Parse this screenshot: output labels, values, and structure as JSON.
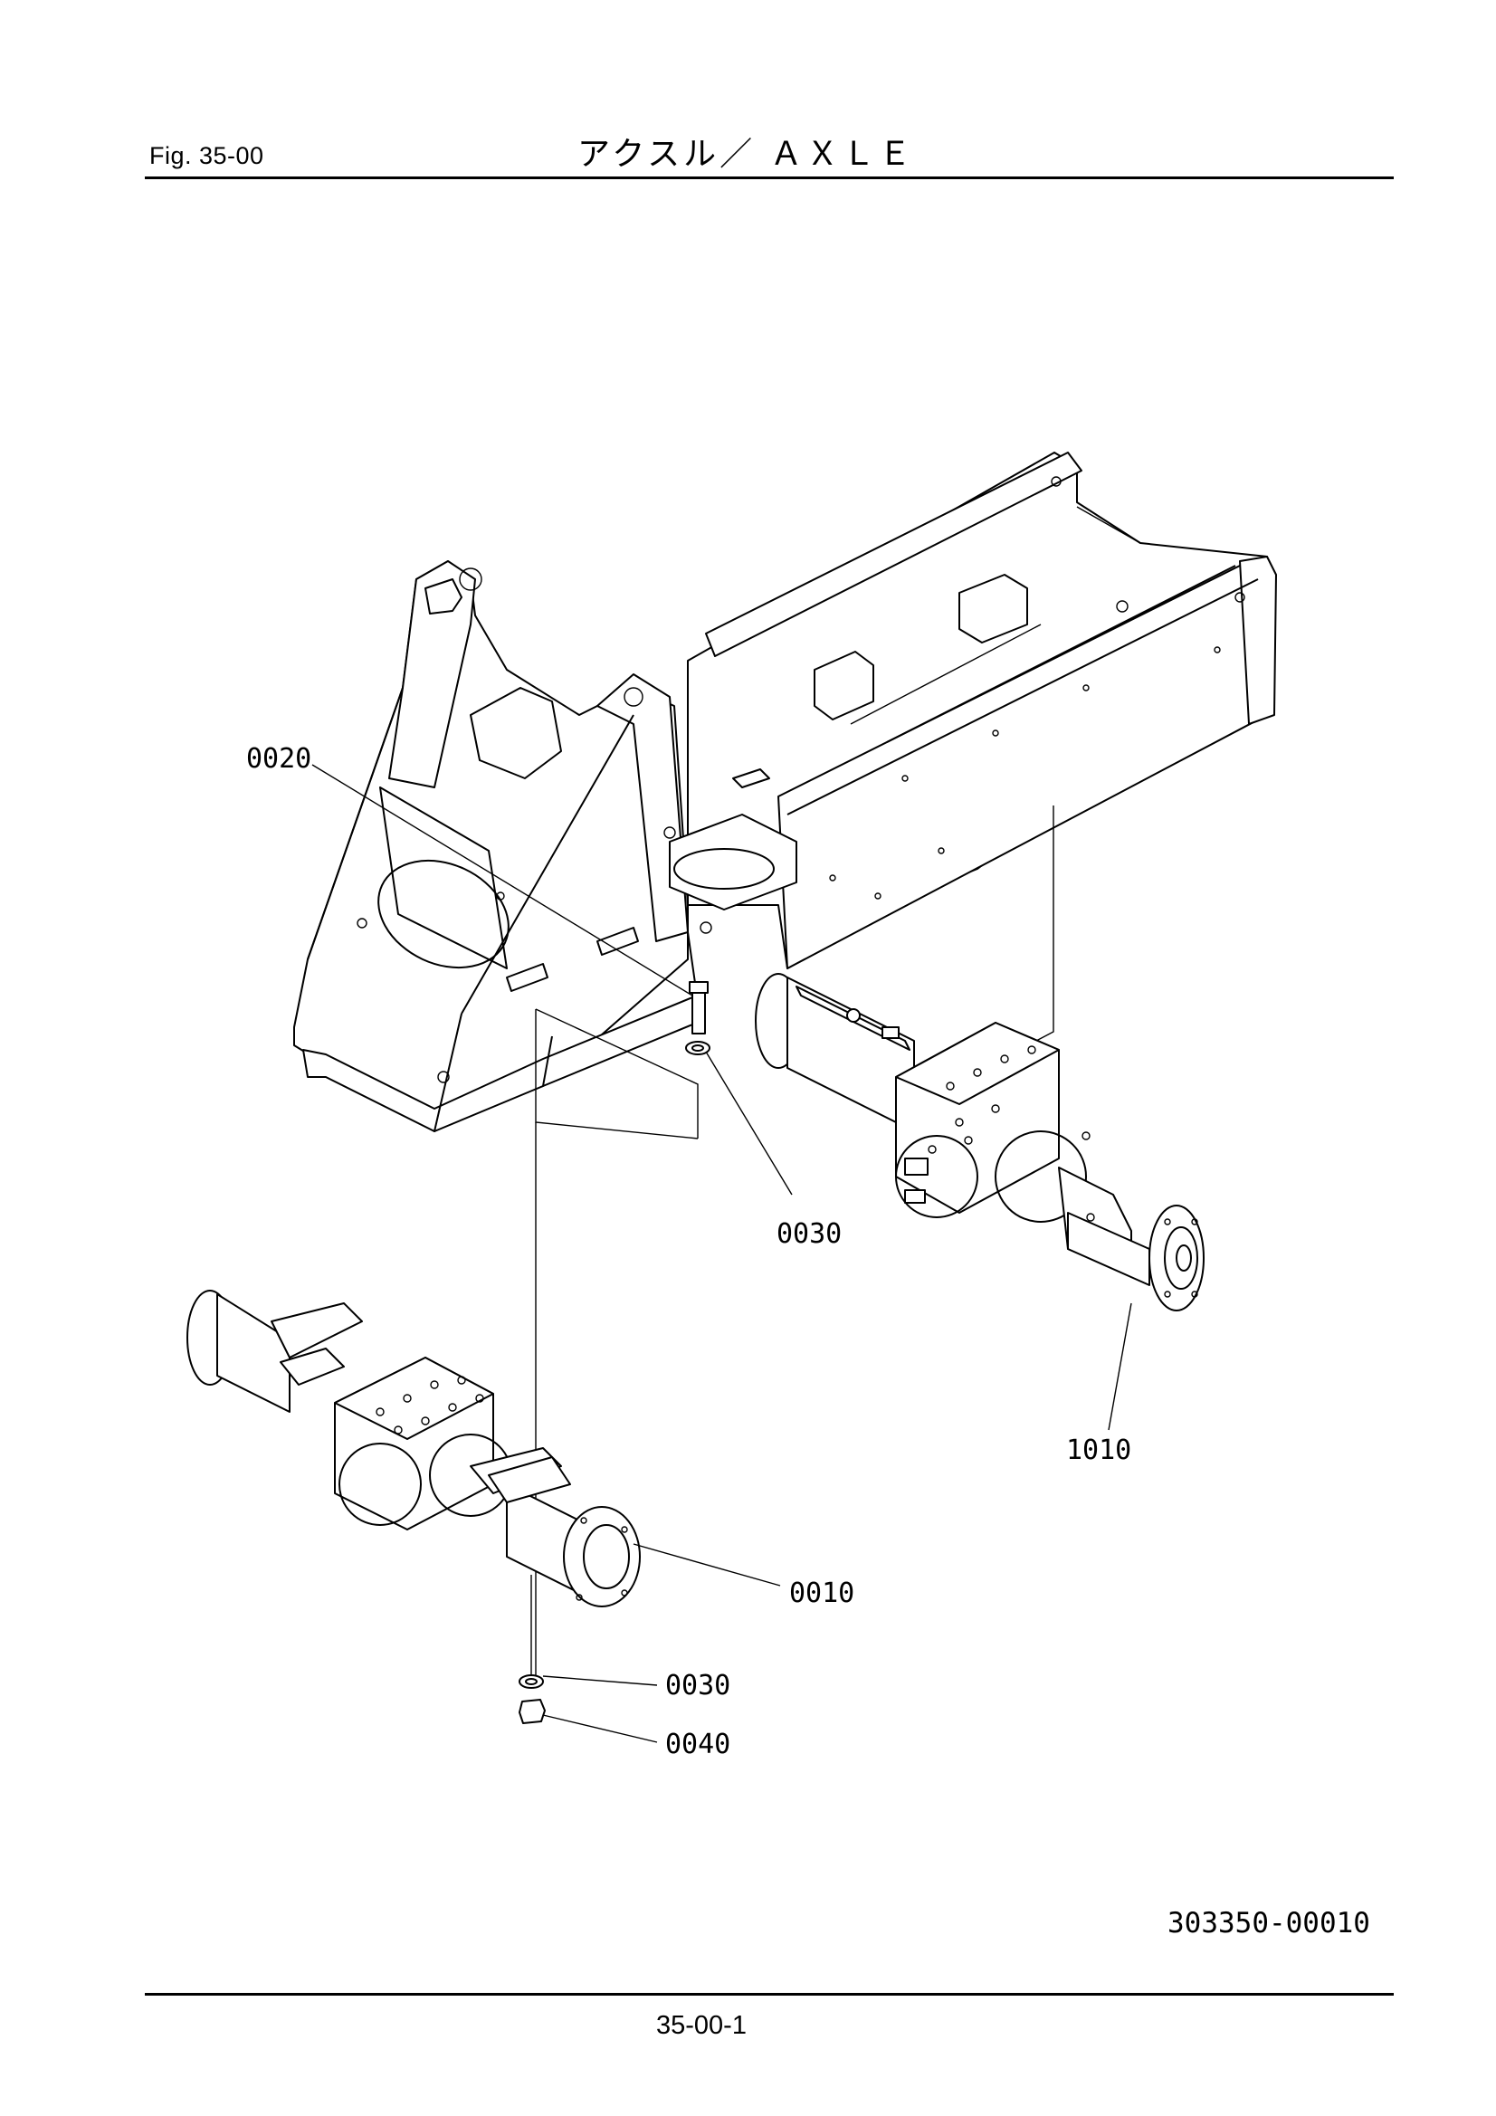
{
  "header": {
    "figure_label": "Fig.  35-00",
    "title": "アクスル／ ＡＸＬＥ"
  },
  "diagram": {
    "callouts": [
      {
        "id": "callout-0020",
        "text": "0020"
      },
      {
        "id": "callout-0030-upper",
        "text": "0030"
      },
      {
        "id": "callout-1010",
        "text": "1010"
      },
      {
        "id": "callout-0010",
        "text": "0010"
      },
      {
        "id": "callout-0030-lower",
        "text": "0030"
      },
      {
        "id": "callout-0040",
        "text": "0040"
      }
    ],
    "drawing_number": "303350-00010"
  },
  "footer": {
    "page_number": "35-00-1"
  }
}
